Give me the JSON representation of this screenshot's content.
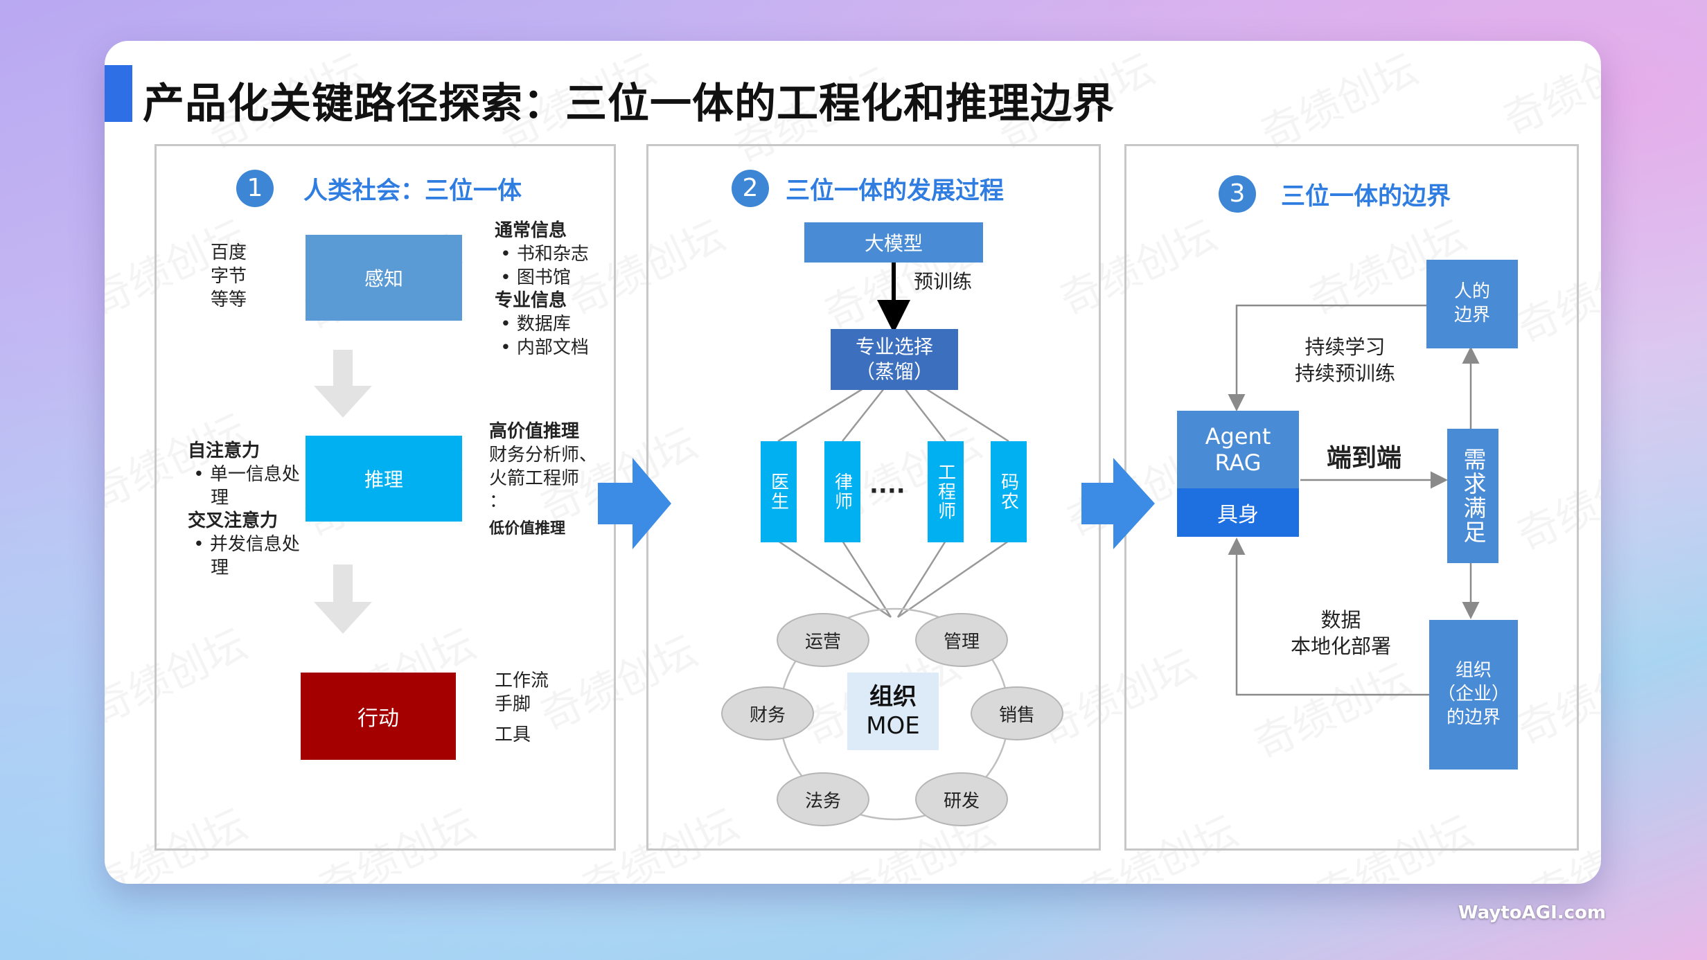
{
  "slide": {
    "title": "产品化关键路径探索：三位一体的工程化和推理边界",
    "footer": "WaytoAGI.com",
    "watermark": "奇绩创坛"
  },
  "panel1": {
    "num": "1",
    "title": "人类社会：三位一体",
    "left_note1": [
      "百度",
      "字节",
      "等等"
    ],
    "box_perceive": "感知",
    "box_reason": "推理",
    "box_act": "行动",
    "info": {
      "general": "通常信息",
      "general_items": [
        "书和杂志",
        "图书馆"
      ],
      "pro": "专业信息",
      "pro_items": [
        "数据库",
        "内部文档"
      ]
    },
    "attention": {
      "self": "自注意力",
      "self_item": [
        "单一信息处",
        "理"
      ],
      "cross": "交叉注意力",
      "cross_item": [
        "并发信息处",
        "理"
      ]
    },
    "reasoning": {
      "high": "高价值推理",
      "high_items": [
        "财务分析师、",
        "火箭工程师"
      ],
      "dots": "：",
      "low": "低价值推理"
    },
    "action_items": [
      "工作流",
      "手脚",
      "工具"
    ]
  },
  "panel2": {
    "num": "2",
    "title": "三位一体的发展过程",
    "llm": "大模型",
    "pretrain": "预训练",
    "select": [
      "专业选择",
      "（蒸馏）"
    ],
    "roles": [
      "医生",
      "律师",
      "工程师",
      "码农"
    ],
    "dots": "····",
    "moe": [
      "组织",
      "MOE"
    ],
    "depts": [
      "运营",
      "管理",
      "财务",
      "销售",
      "法务",
      "研发"
    ]
  },
  "panel3": {
    "num": "3",
    "title": "三位一体的边界",
    "human": [
      "人的",
      "边界"
    ],
    "learn": [
      "持续学习",
      "持续预训练"
    ],
    "agent": [
      "Agent",
      "RAG"
    ],
    "embodied": "具身",
    "e2e": "端到端",
    "demand": "需求满足",
    "data": [
      "数据",
      "本地化部署"
    ],
    "org": [
      "组织",
      "（企业）",
      "的边界"
    ]
  },
  "colors": {
    "blue": "#5b9bd5",
    "cyan": "#00b0f0",
    "dark_red": "#a50000",
    "accent": "#2f6fe6"
  }
}
